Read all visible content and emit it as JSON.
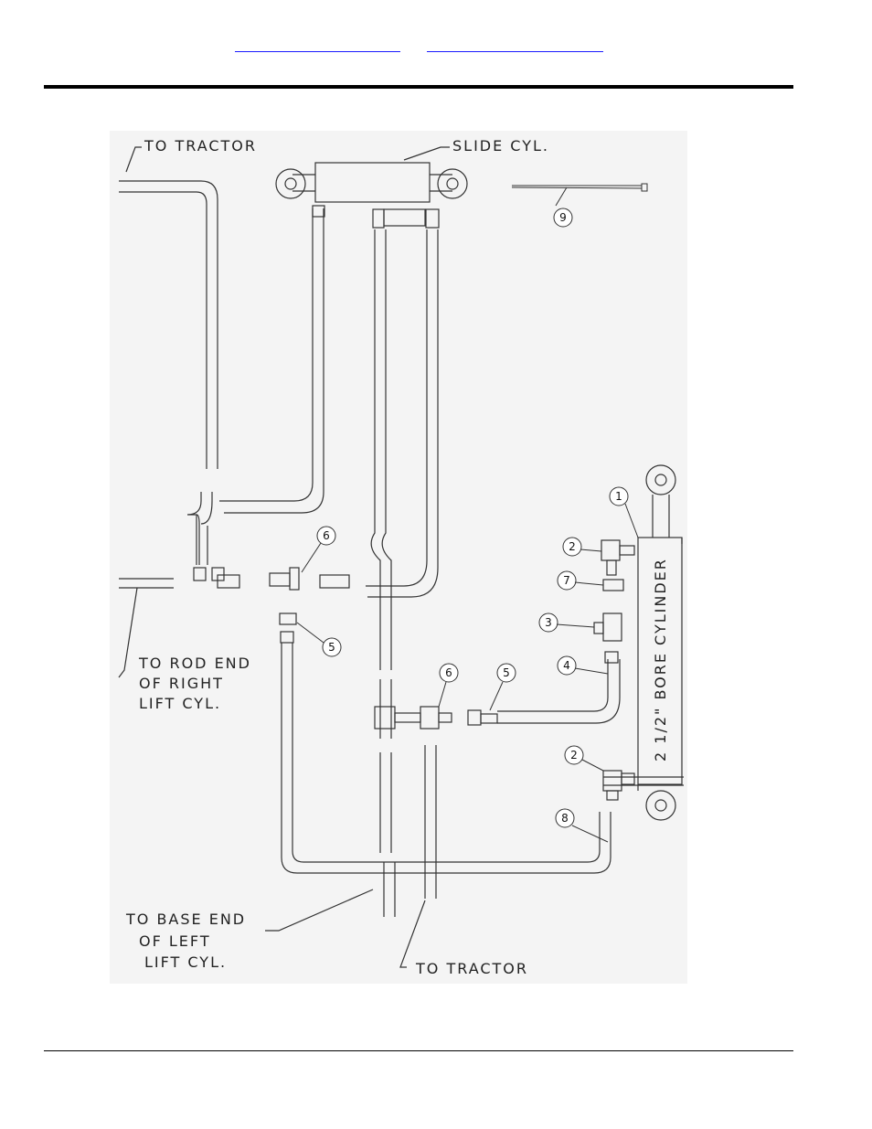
{
  "header": {
    "link_left": "",
    "link_right": ""
  },
  "labels": {
    "to_tractor_top": "TO TRACTOR",
    "slide_cyl": "SLIDE CYL.",
    "rod_end_1": "TO ROD END",
    "rod_end_2": "OF RIGHT",
    "rod_end_3": "LIFT CYL.",
    "base_end_1": "TO BASE END",
    "base_end_2": "OF LEFT",
    "base_end_3": "LIFT CYL.",
    "to_tractor_bottom": "TO TRACTOR",
    "bore_cylinder": "2 1/2\" BORE CYLINDER"
  },
  "callouts": [
    "1",
    "2",
    "7",
    "3",
    "4",
    "2",
    "8",
    "6",
    "5",
    "6",
    "5",
    "9"
  ]
}
